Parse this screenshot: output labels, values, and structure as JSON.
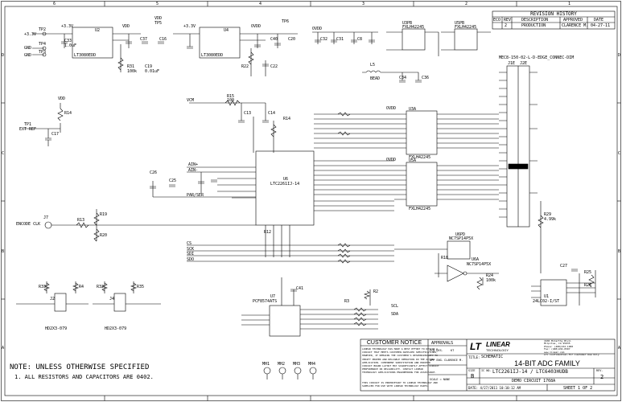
{
  "border": {
    "columns": [
      "6",
      "5",
      "4",
      "3",
      "2",
      "1"
    ],
    "rows": [
      "D",
      "C",
      "B",
      "A"
    ]
  },
  "revision_history": {
    "title": "REVISION HISTORY",
    "headers": [
      "ECO",
      "REV",
      "DESCRIPTION",
      "APPROVED",
      "DATE"
    ],
    "rows": [
      [
        "",
        "2",
        "PRODUCTION",
        "CLARENCE M.",
        "04-27-11"
      ]
    ]
  },
  "notes": {
    "title": "NOTE:  UNLESS OTHERWISE SPECIFIED",
    "line1": "1. ALL RESISTORS AND CAPACITORS ARE 0402."
  },
  "customer_notice": {
    "title": "CUSTOMER NOTICE",
    "body": [
      "LINEAR TECHNOLOGY HAS MADE A BEST EFFORT TO DESIGN A",
      "CIRCUIT THAT MEETS CUSTOMER-SUPPLIED SPECIFICATIONS;",
      "HOWEVER, IT REMAINS THE CUSTOMER'S RESPONSIBILITY TO",
      "VERIFY PROPER AND RELIABLE OPERATION IN THE ACTUAL",
      "APPLICATION. COMPONENT SUBSTITUTION AND PRINTED",
      "CIRCUIT BOARD LAYOUT MAY SIGNIFICANTLY AFFECT CIRCUIT",
      "PERFORMANCE OR RELIABILITY. CONTACT LINEAR",
      "TECHNOLOGY APPLICATIONS ENGINEERING FOR ASSISTANCE."
    ],
    "footer": [
      "THIS CIRCUIT IS PROPRIETARY TO LINEAR TECHNOLOGY AND",
      "SUPPLIED FOR USE WITH LINEAR TECHNOLOGY PARTS."
    ]
  },
  "approvals": {
    "title": "APPROVALS",
    "pcb_des": "PCB DES.",
    "app_eng": "APP ENG.",
    "app_eng_name": "CLARENCE M.",
    "pcb_des_name": "KT",
    "scale": "SCALE = NONE"
  },
  "company": {
    "logo": "LT",
    "name": "LINEAR",
    "sub": "TECHNOLOGY",
    "address": [
      "1630 McCarthy Blvd.",
      "Milpitas, CA 95035",
      "Phone: (408)432-1900",
      "Fax: (408)434-0507",
      "www.linear.com",
      "LTC Confidential-For Customer Use Only"
    ]
  },
  "title_block": {
    "title_label": "TITLE:",
    "title": "SCHEMATIC",
    "subtitle": "14-BIT ADC FAMILY",
    "size_label": "SIZE",
    "size": "B",
    "ic_label": "IC NO.",
    "ic": "LTC2261IJ-14 / LTC6403HUDB",
    "demo": "DEMO CIRCUIT 1768A",
    "rev_label": "REV.",
    "rev": "2",
    "date": "DATE: 4/27/2011  10:10:12 AM",
    "sheet": "SHEET 1 OF 2"
  },
  "labels": [
    {
      "id": "l1",
      "text": "+3.3V"
    },
    {
      "id": "l2",
      "text": "TP2"
    },
    {
      "id": "l3",
      "text": "GND"
    },
    {
      "id": "l4",
      "text": "TP4"
    },
    {
      "id": "l5",
      "text": "GND"
    },
    {
      "id": "l6",
      "text": "TP3"
    },
    {
      "id": "l7",
      "text": "+3.3V"
    },
    {
      "id": "l8",
      "text": "C33"
    },
    {
      "id": "l9",
      "text": "1.0uF"
    },
    {
      "id": "l10",
      "text": "U2"
    },
    {
      "id": "l11",
      "text": "LT3080EDD"
    },
    {
      "id": "l12",
      "text": "VDD"
    },
    {
      "id": "l13",
      "text": "C37"
    },
    {
      "id": "l14",
      "text": "C16"
    },
    {
      "id": "l15",
      "text": "VDD"
    },
    {
      "id": "l16",
      "text": "TP5"
    },
    {
      "id": "l17",
      "text": "R31"
    },
    {
      "id": "l18",
      "text": "100k"
    },
    {
      "id": "l19",
      "text": "C19"
    },
    {
      "id": "l20",
      "text": "0.01uF"
    },
    {
      "id": "l21",
      "text": "+3.3V"
    },
    {
      "id": "l22",
      "text": "U4"
    },
    {
      "id": "l23",
      "text": "LT3080EDD"
    },
    {
      "id": "l24",
      "text": "OVDD"
    },
    {
      "id": "l25",
      "text": "TP6"
    },
    {
      "id": "l26",
      "text": "C40"
    },
    {
      "id": "l27",
      "text": "C20"
    },
    {
      "id": "l28",
      "text": "R22"
    },
    {
      "id": "l29",
      "text": "C22"
    },
    {
      "id": "l30",
      "text": "OVDD"
    },
    {
      "id": "l31",
      "text": "C32"
    },
    {
      "id": "l32",
      "text": "C31"
    },
    {
      "id": "l33",
      "text": "C8"
    },
    {
      "id": "l34",
      "text": "U3PB"
    },
    {
      "id": "l35",
      "text": "FXLH42245"
    },
    {
      "id": "l36",
      "text": "U5PB"
    },
    {
      "id": "l37",
      "text": "FXLH42245"
    },
    {
      "id": "l38",
      "text": "L5"
    },
    {
      "id": "l39",
      "text": "BEAD"
    },
    {
      "id": "l40",
      "text": "C34"
    },
    {
      "id": "l41",
      "text": "C36"
    },
    {
      "id": "l42",
      "text": "MEC8-150-02-L-D-EDGE_CONNEC-DIM"
    },
    {
      "id": "l43",
      "text": "J1E"
    },
    {
      "id": "l44",
      "text": "J2E"
    },
    {
      "id": "l45",
      "text": "VCM"
    },
    {
      "id": "l46",
      "text": "R15"
    },
    {
      "id": "l47",
      "text": "100"
    },
    {
      "id": "l48",
      "text": "C13"
    },
    {
      "id": "l49",
      "text": "C14"
    },
    {
      "id": "l50",
      "text": "R14"
    },
    {
      "id": "l51",
      "text": "VDD"
    },
    {
      "id": "l52",
      "text": "R14"
    },
    {
      "id": "l53",
      "text": "TP1"
    },
    {
      "id": "l54",
      "text": "EXT REF"
    },
    {
      "id": "l55",
      "text": "C17"
    },
    {
      "id": "l56",
      "text": "U3A"
    },
    {
      "id": "l57",
      "text": "FXLH42245"
    },
    {
      "id": "l58",
      "text": "U5A"
    },
    {
      "id": "l59",
      "text": "FXLH42245"
    },
    {
      "id": "l60",
      "text": "U6"
    },
    {
      "id": "l61",
      "text": "LTC2261IJ-14"
    },
    {
      "id": "l62",
      "text": "AIN+"
    },
    {
      "id": "l63",
      "text": "AIN-"
    },
    {
      "id": "l64",
      "text": "C26"
    },
    {
      "id": "l65",
      "text": "C25"
    },
    {
      "id": "l66",
      "text": "PAR/SER"
    },
    {
      "id": "l67",
      "text": "ENCODE CLK"
    },
    {
      "id": "l68",
      "text": "J7"
    },
    {
      "id": "l69",
      "text": "R13"
    },
    {
      "id": "l70",
      "text": "R19"
    },
    {
      "id": "l71",
      "text": "R20"
    },
    {
      "id": "l72",
      "text": "R12"
    },
    {
      "id": "l73",
      "text": "CS"
    },
    {
      "id": "l74",
      "text": "SCK"
    },
    {
      "id": "l75",
      "text": "SDI"
    },
    {
      "id": "l76",
      "text": "SDO"
    },
    {
      "id": "l77",
      "text": "U6PD"
    },
    {
      "id": "l78",
      "text": "NC7SP14P5X"
    },
    {
      "id": "l79",
      "text": "U6A"
    },
    {
      "id": "l80",
      "text": "NC7SP14P5X"
    },
    {
      "id": "l81",
      "text": "R18"
    },
    {
      "id": "l82",
      "text": "R24"
    },
    {
      "id": "l83",
      "text": "100k"
    },
    {
      "id": "l84",
      "text": "R29"
    },
    {
      "id": "l85",
      "text": "4.99k"
    },
    {
      "id": "l86",
      "text": "C27"
    },
    {
      "id": "l87",
      "text": "R25"
    },
    {
      "id": "l88",
      "text": "R26"
    },
    {
      "id": "l89",
      "text": "U1"
    },
    {
      "id": "l90",
      "text": "24LC02-I/ST"
    },
    {
      "id": "l91",
      "text": "R33"
    },
    {
      "id": "l92",
      "text": "R4"
    },
    {
      "id": "l93",
      "text": "J2"
    },
    {
      "id": "l94",
      "text": "HD2X3-079"
    },
    {
      "id": "l95",
      "text": "R32"
    },
    {
      "id": "l96",
      "text": "R35"
    },
    {
      "id": "l97",
      "text": "J4"
    },
    {
      "id": "l98",
      "text": "HD2X3-079"
    },
    {
      "id": "l99",
      "text": "U7"
    },
    {
      "id": "l100",
      "text": "PCF8574ATS"
    },
    {
      "id": "l101",
      "text": "C41"
    },
    {
      "id": "l102",
      "text": "R2"
    },
    {
      "id": "l103",
      "text": "R3"
    },
    {
      "id": "l104",
      "text": "MH1"
    },
    {
      "id": "l105",
      "text": "MH2"
    },
    {
      "id": "l106",
      "text": "MH3"
    },
    {
      "id": "l107",
      "text": "MH4"
    },
    {
      "id": "l108",
      "text": "SDA"
    },
    {
      "id": "l109",
      "text": "SCL"
    },
    {
      "id": "l110",
      "text": "OVDD"
    },
    {
      "id": "l111",
      "text": "OVDD"
    }
  ]
}
